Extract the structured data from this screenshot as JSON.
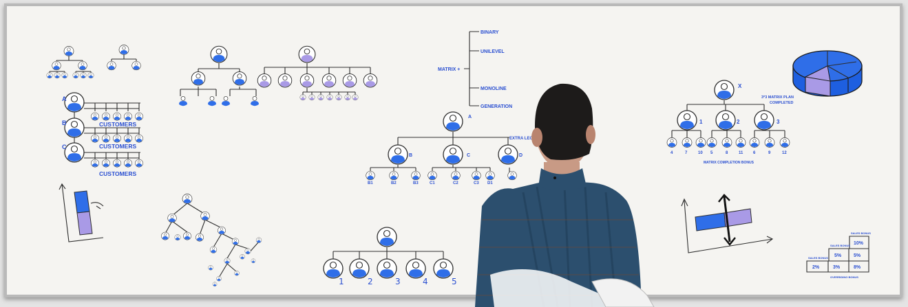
{
  "colors": {
    "board": "#f5f4f1",
    "ink": "#2d2d2d",
    "blue": "#2f6ee8",
    "lavender": "#a99ae6",
    "text_blue": "#2a4fd1",
    "shirt": "#2c4f6e",
    "hair": "#1d1b1a"
  },
  "icons": [
    "person-node-icon",
    "pie-chart-icon",
    "bar-chart-icon",
    "vertical-bar-icon"
  ],
  "customers_label": "CUSTOMERS",
  "abc_labels": [
    "A",
    "B",
    "C"
  ],
  "matrix": {
    "root_label": "MATRIX +",
    "items": [
      "BINARY",
      "UNILEVEL",
      "MONOLINE",
      "GENERATION"
    ]
  },
  "center_tree": {
    "root_label": "A",
    "extra_leg": "EXTRA LEG",
    "child_labels": [
      "B",
      "C",
      "D"
    ],
    "leaf_labels": [
      "B1",
      "B2",
      "B3",
      "C1",
      "C2",
      "C3",
      "D1"
    ]
  },
  "unilevel_numbers": [
    "1",
    "2",
    "3",
    "4",
    "5"
  ],
  "matrix_plan": {
    "root_label": "X",
    "note_line1": "3*3 MATRIX PLAN",
    "note_line2": "COMPLETED",
    "child_labels": [
      "1",
      "2",
      "3"
    ],
    "leaf_labels": [
      "4",
      "7",
      "10",
      "5",
      "8",
      "11",
      "6",
      "9",
      "12"
    ],
    "bonus_label": "MATRIX COMPLETION BONUS"
  },
  "bonus_table": {
    "sales_bonus_top": "SALES BONUS",
    "sales_bonus_mid": "SALES BONUS",
    "sales_bonus_left": "SALES BONUS",
    "row1": [
      "10%"
    ],
    "row2": [
      "5%",
      "5%"
    ],
    "row3": [
      "2%",
      "3%",
      "8%"
    ],
    "footer": "OVERRIDING BONUS"
  }
}
